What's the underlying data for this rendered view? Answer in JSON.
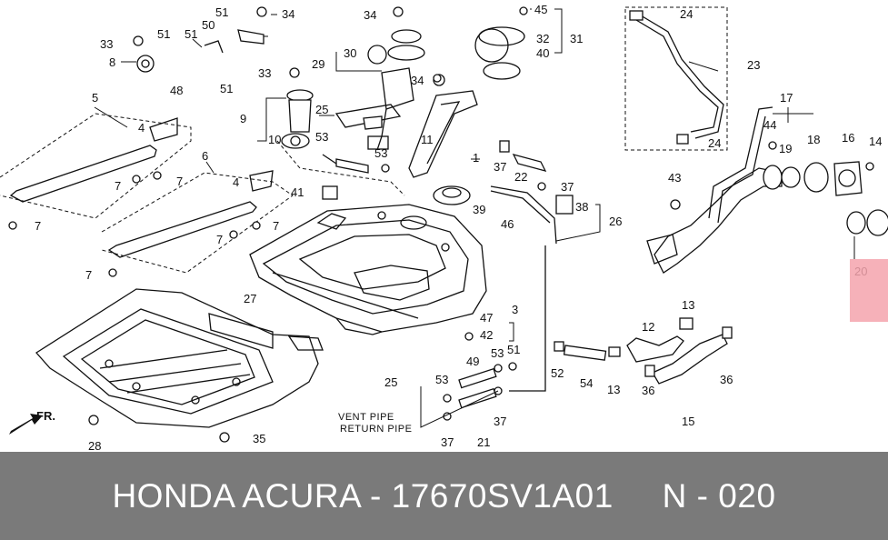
{
  "callouts": {
    "n1": "1",
    "n3": "3",
    "n4a": "4",
    "n4b": "4",
    "n5": "5",
    "n6": "6",
    "n7a": "7",
    "n7b": "7",
    "n7c": "7",
    "n7d": "7",
    "n7e": "7",
    "n7f": "7",
    "n8": "8",
    "n9": "9",
    "n10": "10",
    "n11": "11",
    "n12": "12",
    "n13a": "13",
    "n13b": "13",
    "n14": "14",
    "n15": "15",
    "n16": "16",
    "n17": "17",
    "n18": "18",
    "n19": "19",
    "n20": "20",
    "n21": "21",
    "n22": "22",
    "n23": "23",
    "n24a": "24",
    "n24b": "24",
    "n25a": "25",
    "n25b": "25",
    "n26": "26",
    "n27": "27",
    "n28": "28",
    "n29": "29",
    "n30": "30",
    "n31": "31",
    "n32": "32",
    "n33a": "33",
    "n33b": "33",
    "n34a": "34",
    "n34b": "34",
    "n34c": "34",
    "n35": "35",
    "n36a": "36",
    "n36b": "36",
    "n37a": "37",
    "n37b": "37",
    "n37c": "37",
    "n37d": "37",
    "n38": "38",
    "n39": "39",
    "n40": "40",
    "n41": "41",
    "n42": "42",
    "n43": "43",
    "n44": "44",
    "n45": "45",
    "n46": "46",
    "n47": "47",
    "n48": "48",
    "n49": "49",
    "n50": "50",
    "n51a": "51",
    "n51b": "51",
    "n51c": "51",
    "n51d": "51",
    "n51e": "51",
    "n52": "52",
    "n53a": "53",
    "n53b": "53",
    "n53c": "53",
    "n53d": "53",
    "n54": "54"
  },
  "labels": {
    "vent_pipe": "VENT PIPE",
    "return_pipe": "RETURN PIPE",
    "front_arrow": "FR."
  },
  "footer": {
    "text": "HONDA ACURA - 17670SV1A01     N - 020"
  },
  "highlight": {
    "part": "20",
    "color": "#f4a3ad"
  }
}
